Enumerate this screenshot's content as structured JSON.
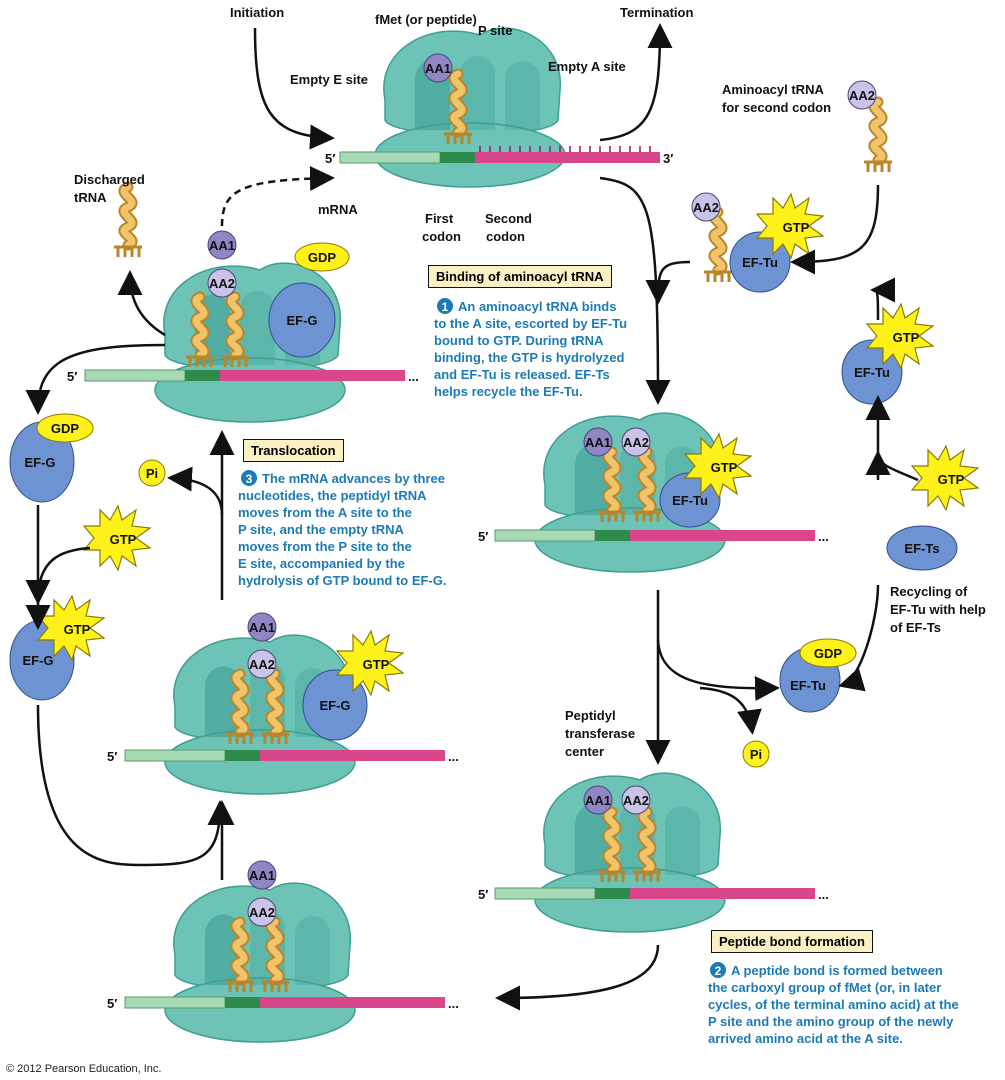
{
  "labels": {
    "initiation": "Initiation",
    "termination": "Termination",
    "fmet": "fMet (or peptide)",
    "p_site": "P site",
    "empty_a_site": "Empty A site",
    "empty_e_site": "Empty E site",
    "mrna": "mRNA",
    "five_prime": "5′",
    "three_prime": "3′",
    "ellipsis": "...",
    "first_codon_1": "First",
    "first_codon_2": "codon",
    "second_codon_1": "Second",
    "second_codon_2": "codon",
    "discharged_1": "Discharged",
    "discharged_2": "tRNA",
    "aminoacyl_1": "Aminoacyl tRNA",
    "aminoacyl_2": "for second codon",
    "peptidyl_1": "Peptidyl",
    "peptidyl_2": "transferase",
    "peptidyl_3": "center",
    "recycling_1": "Recycling of",
    "recycling_2": "EF-Tu with help",
    "recycling_3": "of EF-Ts",
    "copyright": "© 2012 Pearson Education, Inc."
  },
  "molecules": {
    "aa1": "AA1",
    "aa2": "AA2",
    "gtp": "GTP",
    "gdp": "GDP",
    "ef_tu": "EF-Tu",
    "ef_g": "EF-G",
    "ef_ts": "EF-Ts",
    "pi": "Pi"
  },
  "steps": {
    "binding": {
      "title": "Binding of aminoacyl tRNA",
      "number": "1",
      "lines": [
        "An aminoacyl tRNA binds",
        "to the A site, escorted by EF-Tu",
        "bound to GTP.  During tRNA",
        "binding, the GTP is hydrolyzed",
        "and EF-Tu is released. EF-Ts",
        "helps recycle the EF-Tu."
      ]
    },
    "peptide": {
      "title": "Peptide bond formation",
      "number": "2",
      "lines": [
        "A peptide bond is formed between",
        "the carboxyl group of fMet (or, in later",
        "cycles, of the terminal amino acid) at the",
        "P site and the amino group of the newly",
        "arrived amino acid at the A site."
      ]
    },
    "translocation": {
      "title": "Translocation",
      "number": "3",
      "lines": [
        "The mRNA advances by three",
        "nucleotides, the peptidyl tRNA",
        "moves from the A site to the",
        "P site, and the empty tRNA",
        "moves from the P site to the",
        "E site, accompanied by the",
        "hydrolysis of GTP bound to EF-G."
      ]
    }
  },
  "colors": {
    "ribosome": "#6cc3b6",
    "ribosome_dark": "#3f9e93",
    "mrna_green": "#a7d9b4",
    "mrna_pink": "#d9468b",
    "trna": "#f2c46a",
    "aa_purple": "#8f86c4",
    "ef_blue": "#6d93d3",
    "gtp_yellow": "#fff21a",
    "step_blue": "#1c7bb5",
    "box_fill": "#fbf0c4"
  }
}
